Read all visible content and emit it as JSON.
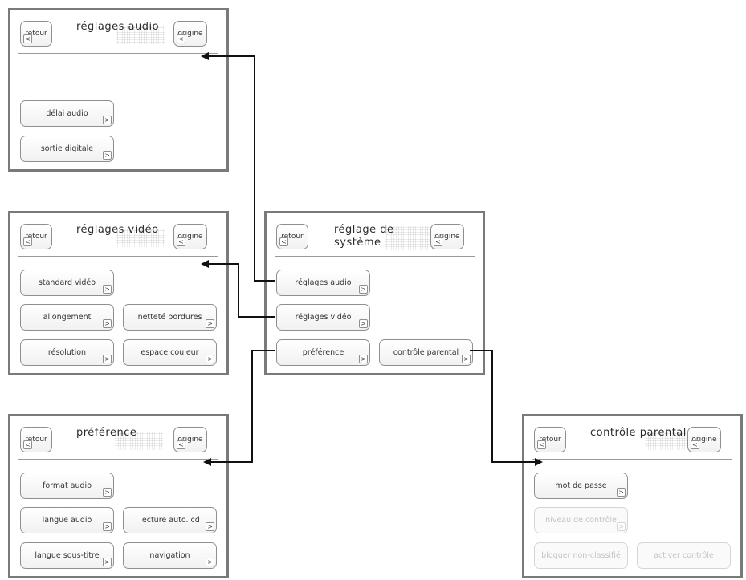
{
  "common": {
    "back_label": "retour",
    "home_label": "origine",
    "arrow_back": "<",
    "arrow_next": ">"
  },
  "screens": {
    "audio": {
      "title": "réglages audio",
      "items": [
        "délai audio",
        "sortie digitale"
      ]
    },
    "video": {
      "title": "réglages vidéo",
      "items": [
        "standard vidéo",
        "allongement",
        "netteté bordures",
        "résolution",
        "espace couleur"
      ]
    },
    "system": {
      "title_line1": "réglage de",
      "title_line2": "système",
      "items": [
        "réglages audio",
        "réglages vidéo",
        "préférence",
        "contrôle parental"
      ]
    },
    "preference": {
      "title": "préférence",
      "items": [
        "format audio",
        "langue audio",
        "lecture auto. cd",
        "langue sous-titre",
        "navigation"
      ]
    },
    "parental": {
      "title": "contrôle parental",
      "items": [
        "mot de passe",
        "niveau de contrôle",
        "bloquer non-classifié",
        "activer contrôle"
      ]
    }
  },
  "colors": {
    "frame": "#7a7a7a",
    "arrow": "#111111",
    "disabled_text": "#c4c4c4"
  }
}
